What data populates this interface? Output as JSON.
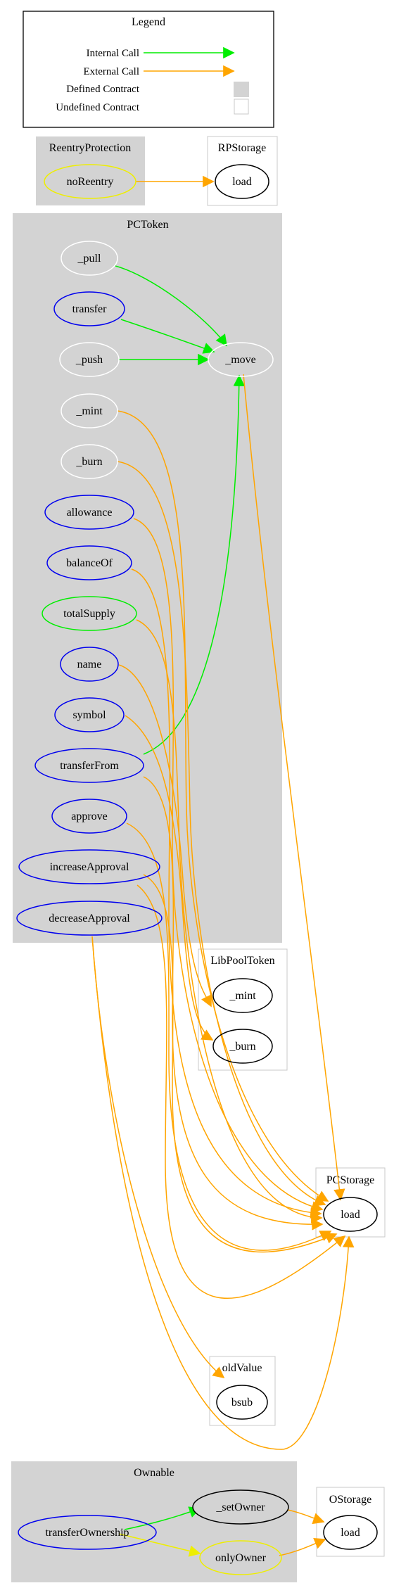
{
  "legend": {
    "title": "Legend",
    "internal_call": "Internal Call",
    "external_call": "External Call",
    "defined_contract": "Defined Contract",
    "undefined_contract": "Undefined Contract"
  },
  "colors": {
    "internal": "#00ee00",
    "external": "#ffa500",
    "modifier": "#eeee00",
    "public": "#0000ee",
    "internal_fn": "#ffffff",
    "defined_bg": "#d3d3d3",
    "undefined_border": "#c8c8c8"
  },
  "clusters": {
    "reentry_protection": "ReentryProtection",
    "rp_storage": "RPStorage",
    "pc_token": "PCToken",
    "lib_pool_token": "LibPoolToken",
    "pc_storage": "PCStorage",
    "old_value": "oldValue",
    "ownable": "Ownable",
    "o_storage": "OStorage"
  },
  "nodes": {
    "noReentry": "noReentry",
    "rp_load": "load",
    "pull": "_pull",
    "transfer": "transfer",
    "push": "_push",
    "mint": "_mint",
    "burn": "_burn",
    "allowance": "allowance",
    "balanceOf": "balanceOf",
    "totalSupply": "totalSupply",
    "name": "name",
    "symbol": "symbol",
    "transferFrom": "transferFrom",
    "approve": "approve",
    "increaseApproval": "increaseApproval",
    "decreaseApproval": "decreaseApproval",
    "move": "_move",
    "lib_mint": "_mint",
    "lib_burn": "_burn",
    "pcs_load": "load",
    "bsub": "bsub",
    "transferOwnership": "transferOwnership",
    "setOwner": "_setOwner",
    "onlyOwner": "onlyOwner",
    "os_load": "load"
  }
}
